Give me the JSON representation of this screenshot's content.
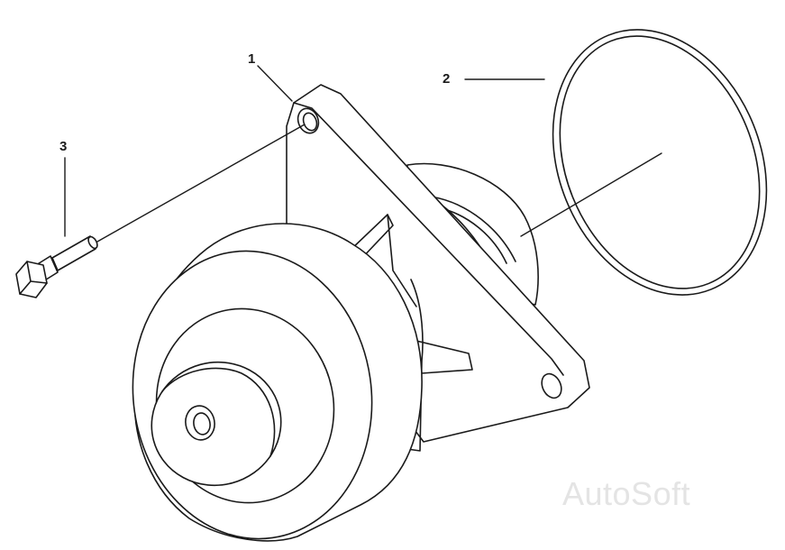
{
  "callouts": {
    "part_1": "1",
    "part_2": "2",
    "part_3": "3"
  },
  "watermark": "AutoSoft",
  "colors": {
    "line": "#1a1a1a",
    "fill": "#ffffff",
    "watermark": "#e4e4e4"
  }
}
